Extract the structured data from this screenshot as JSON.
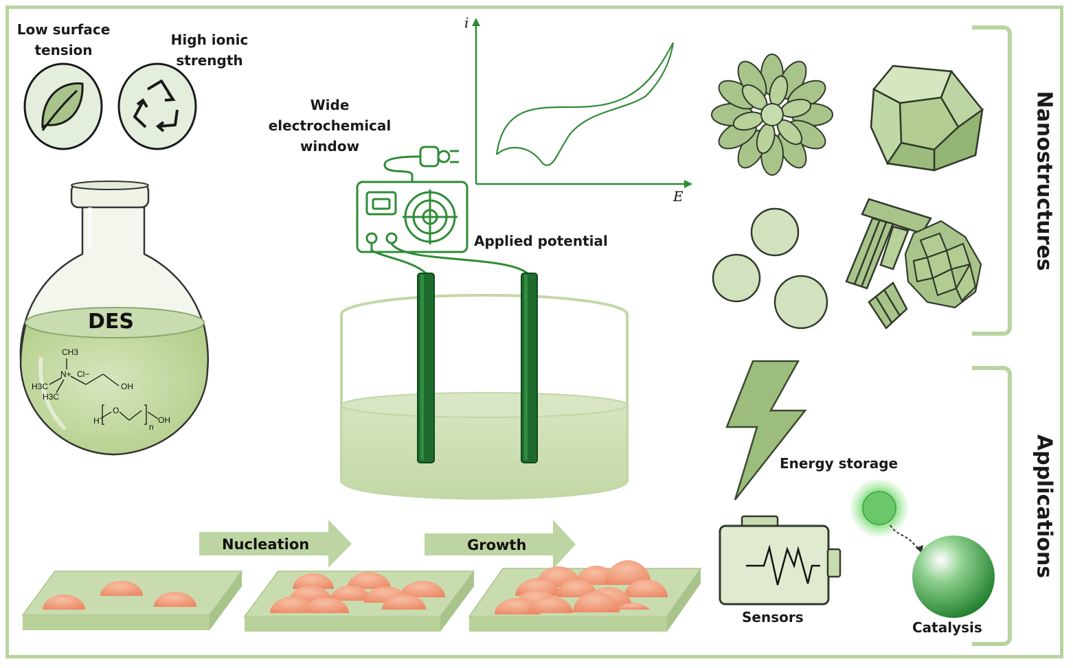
{
  "properties": {
    "surface_tension": [
      "Low surface",
      "tension"
    ],
    "ionic_strength": [
      "High ionic",
      "strength"
    ],
    "electrochemical_window": [
      "Wide",
      "electrochemical",
      "window"
    ]
  },
  "flask": {
    "label": "DES"
  },
  "cv_plot": {
    "y_axis": "i",
    "x_axis": "E"
  },
  "power_supply": {
    "label": "Applied potential"
  },
  "process": {
    "step1": "Nucleation",
    "step2": "Growth"
  },
  "sections": {
    "nanostructures": "Nanostructures",
    "applications": "Applications"
  },
  "applications": {
    "energy": "Energy storage",
    "sensors": "Sensors",
    "catalysis": "Catalysis"
  },
  "molecules": {
    "ch3_top": "CH3",
    "n_plus": "N+",
    "cl_minus": "Cl−",
    "oh1": "OH",
    "h3c_a": "H3C",
    "h3c_b": "H3C",
    "h": "H",
    "o": "O",
    "n": "n",
    "oh2": "OH"
  },
  "colors": {
    "frame": "#b9d4a0",
    "green_light": "#c9dcb0",
    "green_mid": "#a8c48a",
    "green_dark": "#1e6b2e",
    "stroke_green": "#2e8b35",
    "bump": "#f0a07d"
  }
}
